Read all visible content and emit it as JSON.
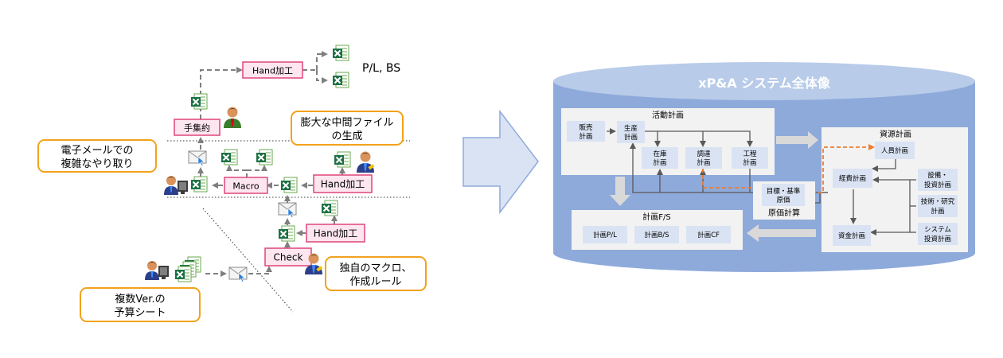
{
  "left": {
    "callouts": {
      "email": [
        "電子メールでの",
        "複雑なやり取り"
      ],
      "huge_files": [
        "膨大な中間ファイル",
        "の生成"
      ],
      "macro_rules": [
        "独自のマクロ、",
        "作成ルール"
      ],
      "budget_sheets": [
        "複数Ver.の",
        "予算シート"
      ]
    },
    "boxes": {
      "hand_top": "Hand加工",
      "tesyuyaku": "手集約",
      "macro": "Macro",
      "hand_mid": "Hand加工",
      "hand_low": "Hand加工",
      "check": "Check"
    },
    "output_label": "P/L, BS"
  },
  "right": {
    "title": "xP&A システム全体像",
    "activity": {
      "title": "活動計画",
      "hanbai": [
        "販売",
        "計画"
      ],
      "seisan": [
        "生産",
        "計画"
      ],
      "zaiko": [
        "在庫",
        "計画"
      ],
      "chotatsu": [
        "調達",
        "計画"
      ],
      "kotei": [
        "工程",
        "計画"
      ]
    },
    "resource": {
      "title": "資源計画",
      "jinin": "人員計画",
      "keihi": "経費計画",
      "setsubi": [
        "設備・",
        "投資計画"
      ],
      "gijutsu": [
        "技術・研究",
        "計画"
      ],
      "shikin": "資金計画",
      "system": [
        "システム",
        "投資計画"
      ]
    },
    "genka": {
      "box": [
        "目標・基準",
        "原価"
      ],
      "label": "原価計算"
    },
    "fs": {
      "title": "計画F/S",
      "pl": "計画P/L",
      "bs": "計画B/S",
      "cf": "計画CF"
    }
  },
  "colors": {
    "pink_border": "#e0457b",
    "pink_fill": "#fde6ef",
    "orange_border": "#f2a21c",
    "cylinder": "#8eaadb",
    "cylinder_top": "#b8cbe9",
    "panel": "#f2f2f2",
    "node": "#dae3f3",
    "arrow_fill": "#dae3f3",
    "excel_green": "#1e7145",
    "dashed_orange": "#ed7d31"
  }
}
